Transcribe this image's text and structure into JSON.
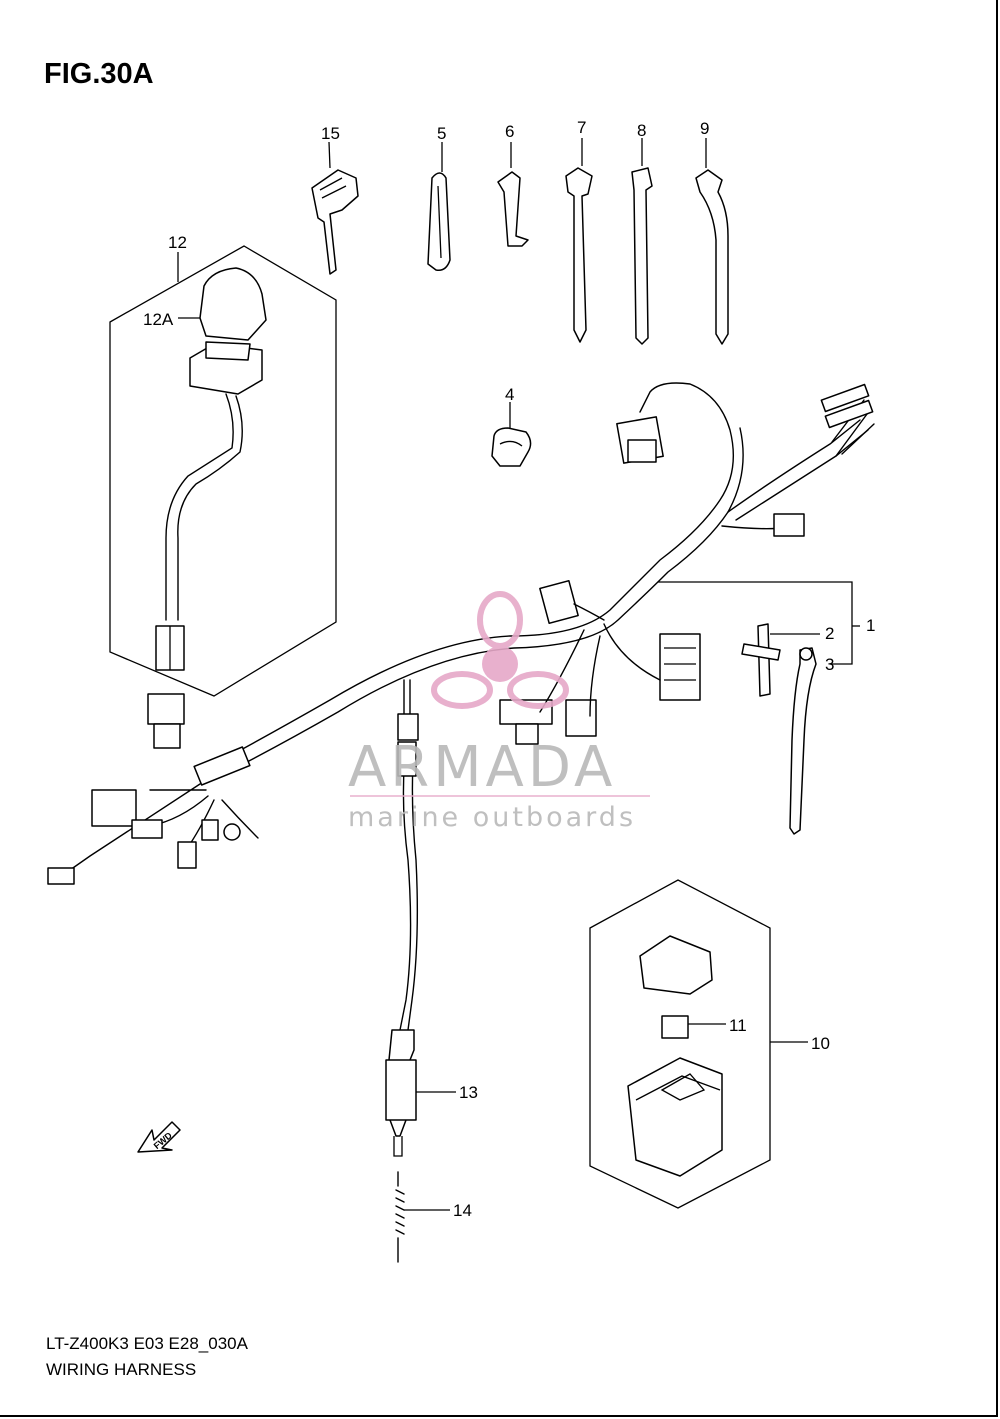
{
  "figure": {
    "title": "FIG.30A",
    "model_code": "LT-Z400K3 E03 E28_030A",
    "caption": "WIRING HARNESS"
  },
  "callouts": {
    "p1": "1",
    "p2": "2",
    "p3": "3",
    "p4": "4",
    "p5": "5",
    "p6": "6",
    "p7": "7",
    "p8": "8",
    "p9": "9",
    "p10": "10",
    "p11": "11",
    "p12": "12",
    "p12a": "12A",
    "p13": "13",
    "p14": "14",
    "p15": "15"
  },
  "fwd_arrow": "FWD",
  "watermark": {
    "brand": "ARMADA",
    "tagline": "marine outboards",
    "colors": {
      "logo": "#e6a8c8",
      "text": "#b9b9b9"
    }
  }
}
